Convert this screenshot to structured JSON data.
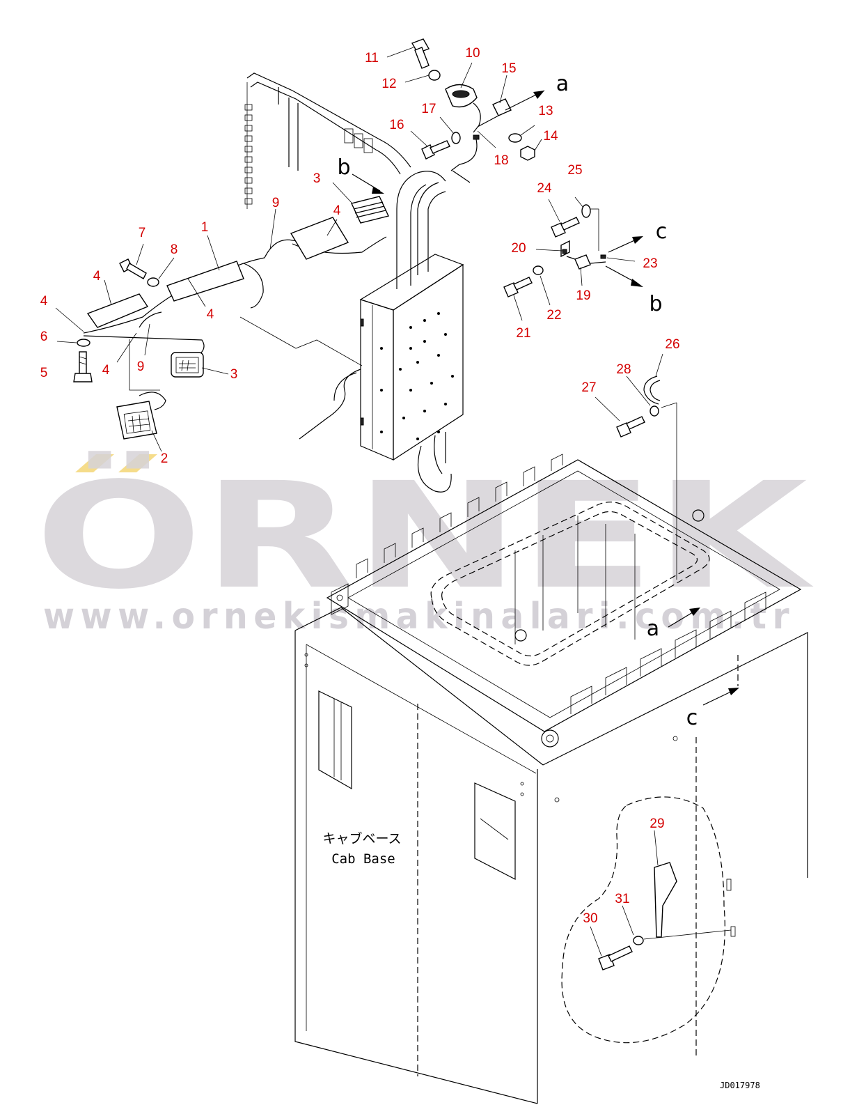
{
  "callouts": [
    {
      "id": "1",
      "label": "1"
    },
    {
      "id": "2",
      "label": "2"
    },
    {
      "id": "3a",
      "label": "3"
    },
    {
      "id": "3b",
      "label": "3"
    },
    {
      "id": "4a",
      "label": "4"
    },
    {
      "id": "4b",
      "label": "4"
    },
    {
      "id": "4c",
      "label": "4"
    },
    {
      "id": "4d",
      "label": "4"
    },
    {
      "id": "4e",
      "label": "4"
    },
    {
      "id": "5",
      "label": "5"
    },
    {
      "id": "6",
      "label": "6"
    },
    {
      "id": "7",
      "label": "7"
    },
    {
      "id": "8",
      "label": "8"
    },
    {
      "id": "9a",
      "label": "9"
    },
    {
      "id": "9b",
      "label": "9"
    },
    {
      "id": "10",
      "label": "10"
    },
    {
      "id": "11",
      "label": "11"
    },
    {
      "id": "12",
      "label": "12"
    },
    {
      "id": "13",
      "label": "13"
    },
    {
      "id": "14",
      "label": "14"
    },
    {
      "id": "15",
      "label": "15"
    },
    {
      "id": "16",
      "label": "16"
    },
    {
      "id": "17",
      "label": "17"
    },
    {
      "id": "18",
      "label": "18"
    },
    {
      "id": "19",
      "label": "19"
    },
    {
      "id": "20",
      "label": "20"
    },
    {
      "id": "21",
      "label": "21"
    },
    {
      "id": "22",
      "label": "22"
    },
    {
      "id": "23",
      "label": "23"
    },
    {
      "id": "24",
      "label": "24"
    },
    {
      "id": "25",
      "label": "25"
    },
    {
      "id": "26",
      "label": "26"
    },
    {
      "id": "27",
      "label": "27"
    },
    {
      "id": "28",
      "label": "28"
    },
    {
      "id": "29",
      "label": "29"
    },
    {
      "id": "30",
      "label": "30"
    },
    {
      "id": "31",
      "label": "31"
    }
  ],
  "arrow_letters": {
    "a_top": "a",
    "a_bottom": "a",
    "b_top": "b",
    "b_right": "b",
    "c_top": "c",
    "c_bottom": "c"
  },
  "cab_label": {
    "jp": "キャブベース",
    "en": "Cab Base"
  },
  "drawing_code": "JD017978",
  "watermark": {
    "brand": "ÖRNEK",
    "url": "www.ornekismakinalari.com.tr"
  },
  "colors": {
    "callout": "#d40000",
    "watermark_gray": "#d6d3d8",
    "watermark_accent": "#f5dc8a"
  }
}
